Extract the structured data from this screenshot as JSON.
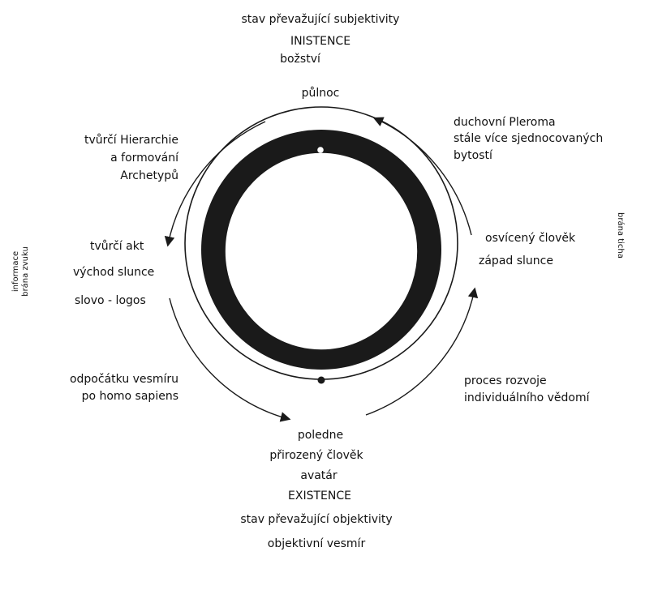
{
  "top": {
    "line1": "stav převažující subjektivity",
    "line2": "INISTENCE",
    "line3": "božství",
    "line4": "půlnoc"
  },
  "upper_left": [
    "tvůrčí Hierarchie",
    "a formování",
    "Archetypů"
  ],
  "left": {
    "act": "tvůrčí akt",
    "sunrise": "východ slunce",
    "logos": "slovo - logos"
  },
  "lower_left": [
    "odpočátku vesmíru",
    "po homo sapiens"
  ],
  "upper_right": [
    "duchovní Pleroma",
    "stále více sjednocovaných",
    "bytostí"
  ],
  "right": {
    "enlightened": "osvícený člověk",
    "sunset": "západ slunce"
  },
  "lower_right": [
    "proces rozvoje",
    "individuálního vědomí"
  ],
  "bottom": {
    "line1": "poledne",
    "line2": "přirozený člověk",
    "line3": "avatár",
    "line4": "EXISTENCE",
    "line5": "stav převažující objektivity",
    "line6": "objektivní vesmír"
  },
  "side_left": [
    "informace",
    "brána zvuku"
  ],
  "side_right": "brána ticha",
  "colors": {
    "ink": "#1a1a1a",
    "background": "#ffffff"
  }
}
